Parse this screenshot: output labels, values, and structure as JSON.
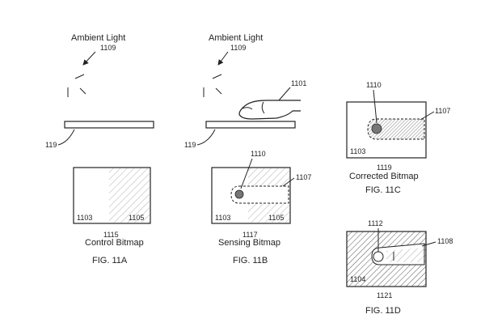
{
  "fig_a": {
    "ambient_label": "Ambient Light",
    "ambient_ref": "1109",
    "platen_ref": "119",
    "region_left_ref": "1103",
    "region_right_ref": "1105",
    "bitmap_ref": "1115",
    "bitmap_caption": "Control Bitmap",
    "figure_label": "FIG. 11A"
  },
  "fig_b": {
    "ambient_label": "Ambient Light",
    "ambient_ref": "1109",
    "finger_ref": "1101",
    "platen_ref": "119",
    "touch_ref": "1110",
    "shadow_ref": "1107",
    "region_left_ref": "1103",
    "region_right_ref": "1105",
    "bitmap_ref": "1117",
    "bitmap_caption": "Sensing Bitmap",
    "figure_label": "FIG. 11B"
  },
  "fig_c": {
    "touch_ref": "1110",
    "shadow_ref": "1107",
    "region_ref": "1103",
    "bitmap_ref": "1119",
    "bitmap_caption": "Corrected Bitmap",
    "figure_label": "FIG. 11C"
  },
  "fig_d": {
    "touch_ref": "1112",
    "finger_ref": "1108",
    "region_ref": "1104",
    "bitmap_ref": "1121",
    "figure_label": "FIG. 11D"
  }
}
